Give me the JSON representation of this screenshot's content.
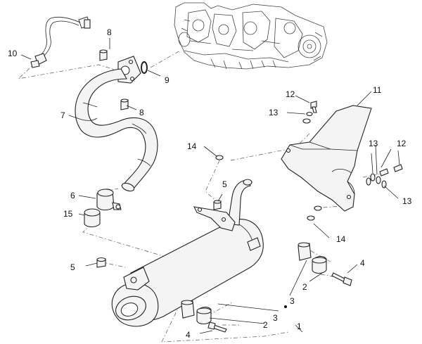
{
  "diagram": {
    "title": "Exhaust system exploded view",
    "callouts": {
      "c1": "1",
      "c2a": "2",
      "c2b": "2",
      "c3a": "3",
      "c3b": "3",
      "c4a": "4",
      "c4b": "4",
      "c5a": "5",
      "c5b": "5",
      "c6": "6",
      "c7": "7",
      "c8a": "8",
      "c8b": "8",
      "c9": "9",
      "c10": "10",
      "c11": "11",
      "c12a": "12",
      "c12b": "12",
      "c13a": "13",
      "c13b": "13",
      "c13c": "13",
      "c14a": "14",
      "c14b": "14",
      "c15": "15"
    }
  }
}
